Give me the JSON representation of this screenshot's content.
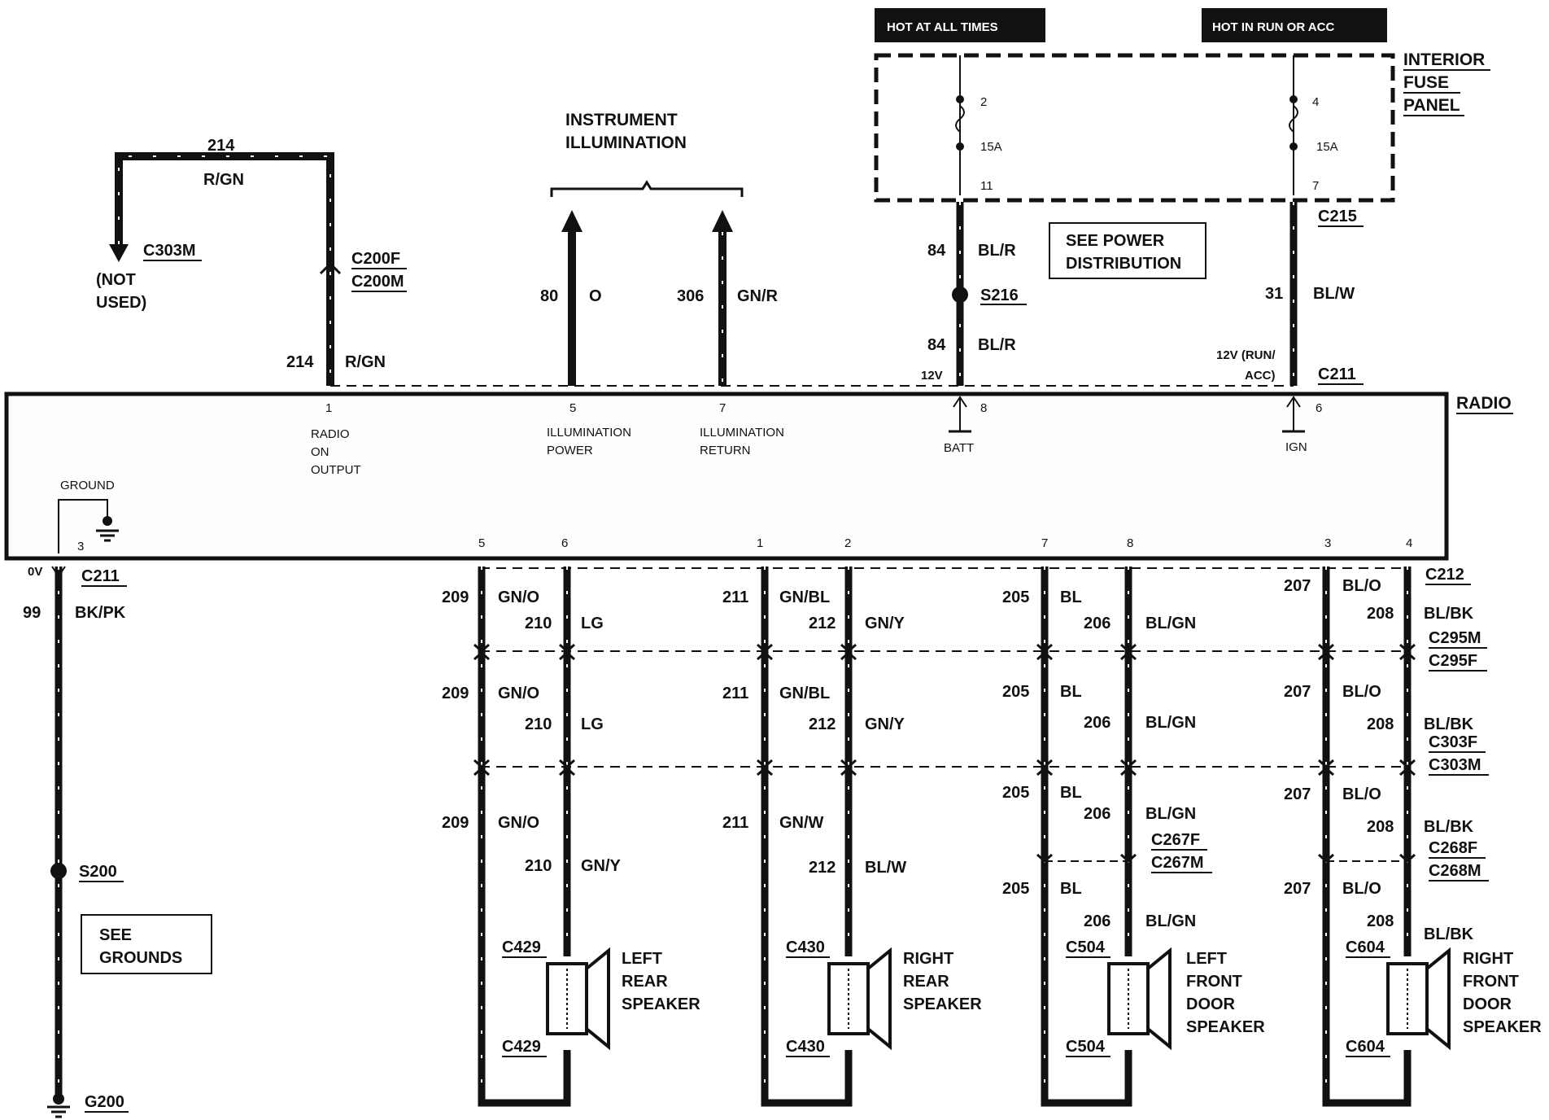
{
  "power": {
    "hot_all_times": "HOT AT ALL TIMES",
    "hot_run_acc": "HOT IN RUN OR ACC",
    "fuse_panel": [
      "INTERIOR",
      "FUSE",
      "PANEL"
    ],
    "fuse_left": {
      "top": "2",
      "rating": "15A",
      "bottom": "11"
    },
    "fuse_right": {
      "top": "4",
      "rating": "15A",
      "bottom": "7"
    },
    "c215": "C215",
    "see_power": [
      "SEE POWER",
      "DISTRIBUTION"
    ],
    "batt_wire": {
      "num": "84",
      "color": "BL/R",
      "splice": "S216",
      "volt": "12V"
    },
    "ign_wire": {
      "num": "31",
      "color": "BL/W",
      "volt1": "12V (RUN/",
      "volt2": "ACC)",
      "conn": "C211"
    }
  },
  "illumination": {
    "title1": "INSTRUMENT",
    "title2": "ILLUMINATION",
    "w1_num": "80",
    "w1_color": "O",
    "w2_num": "306",
    "w2_color": "GN/R"
  },
  "radio_on": {
    "top_num": "214",
    "top_color": "R/GN",
    "conn_top": "C303M",
    "not_used1": "(NOT",
    "not_used2": "USED)",
    "conn_f": "C200F",
    "conn_m": "C200M",
    "num": "214",
    "color": "R/GN"
  },
  "radio": {
    "label": "RADIO",
    "pin1": "1",
    "pin1_l1": "RADIO",
    "pin1_l2": "ON",
    "pin1_l3": "OUTPUT",
    "pin5": "5",
    "pin5_l1": "ILLUMINATION",
    "pin5_l2": "POWER",
    "pin7": "7",
    "pin7_l1": "ILLUMINATION",
    "pin7_l2": "RETURN",
    "pin8": "8",
    "pin8_l1": "BATT",
    "pin6": "6",
    "pin6_l1": "IGN",
    "ground": "GROUND",
    "gpin": "3",
    "bottom_pins": [
      "5",
      "6",
      "1",
      "2",
      "7",
      "8",
      "3",
      "4"
    ]
  },
  "ground_wire": {
    "volt": "0V",
    "conn": "C211",
    "num": "99",
    "color": "BK/PK",
    "splice": "S200",
    "see1": "SEE",
    "see2": "GROUNDS",
    "ground": "G200"
  },
  "connectors": {
    "c212": "C212",
    "c295m": "C295M",
    "c295f": "C295F",
    "c303f": "C303F",
    "c303m": "C303M",
    "c267f": "C267F",
    "c267m": "C267M",
    "c268f": "C268F",
    "c268m": "C268M"
  },
  "speakers": [
    {
      "n1": [
        "LEFT",
        "REAR",
        "SPEAKER"
      ],
      "conn": "C429",
      "a": {
        "r1n": "209",
        "r1c": "GN/O",
        "r2n": "209",
        "r2c": "GN/O",
        "r3n": "209",
        "r3c": "GN/O"
      },
      "b": {
        "r1n": "210",
        "r1c": "LG",
        "r2n": "210",
        "r2c": "LG",
        "r3n": "210",
        "r3c": "GN/Y"
      }
    },
    {
      "n1": [
        "RIGHT",
        "REAR",
        "SPEAKER"
      ],
      "conn": "C430",
      "a": {
        "r1n": "211",
        "r1c": "GN/BL",
        "r2n": "211",
        "r2c": "GN/BL",
        "r3n": "211",
        "r3c": "GN/W"
      },
      "b": {
        "r1n": "212",
        "r1c": "GN/Y",
        "r2n": "212",
        "r2c": "GN/Y",
        "r3n": "212",
        "r3c": "BL/W"
      }
    },
    {
      "n1": [
        "LEFT",
        "FRONT",
        "DOOR",
        "SPEAKER"
      ],
      "conn": "C504",
      "a": {
        "r1n": "205",
        "r1c": "BL",
        "r2n": "205",
        "r2c": "BL",
        "r3n": "205",
        "r3c": "BL",
        "r4n": "205",
        "r4c": "BL"
      },
      "b": {
        "r1n": "206",
        "r1c": "BL/GN",
        "r2n": "206",
        "r2c": "BL/GN",
        "r3n": "206",
        "r3c": "BL/GN",
        "r4n": "206",
        "r4c": "BL/GN"
      }
    },
    {
      "n1": [
        "RIGHT",
        "FRONT",
        "DOOR",
        "SPEAKER"
      ],
      "conn": "C604",
      "a": {
        "r1n": "207",
        "r1c": "BL/O",
        "r2n": "207",
        "r2c": "BL/O",
        "r3n": "207",
        "r3c": "BL/O",
        "r4n": "207",
        "r4c": "BL/O"
      },
      "b": {
        "r1n": "208",
        "r1c": "BL/BK",
        "r2n": "208",
        "r2c": "BL/BK",
        "r3n": "208",
        "r3c": "BL/BK",
        "r4n": "208",
        "r4c": "BL/BK"
      }
    }
  ]
}
